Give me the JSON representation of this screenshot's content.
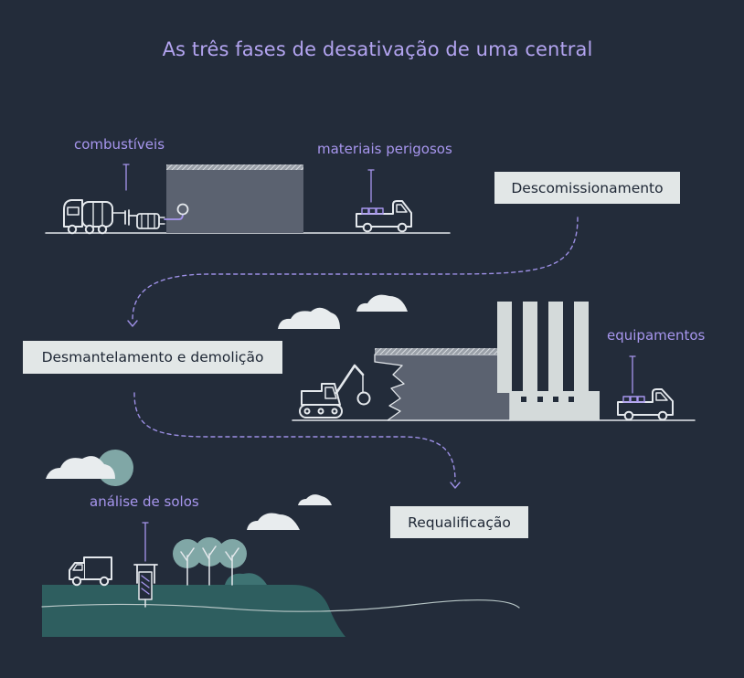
{
  "title": "As três fases de desativação de uma central",
  "phases": [
    {
      "label": "Descomissionamento"
    },
    {
      "label": "Desmantelamento e demolição"
    },
    {
      "label": "Requalificação"
    }
  ],
  "callouts": [
    {
      "label": "combustíveis"
    },
    {
      "label": "materiais perigosos"
    },
    {
      "label": "equipamentos"
    },
    {
      "label": "análise de solos"
    }
  ],
  "colors": {
    "background": "#232c3a",
    "accent": "#a796ee",
    "phase_box": "#e2e7e7",
    "building": "#5b6270",
    "outline": "#e4e8ec",
    "ground": "#2e5e5f",
    "tree": "#80a7a6"
  },
  "icons": [
    "tanker-truck-icon",
    "pipeline-icon",
    "pickup-truck-icon",
    "building-icon",
    "cloud-icon",
    "excavator-icon",
    "wrecking-ball-icon",
    "chimney-icon",
    "sun-icon",
    "drill-icon",
    "tree-icon"
  ]
}
